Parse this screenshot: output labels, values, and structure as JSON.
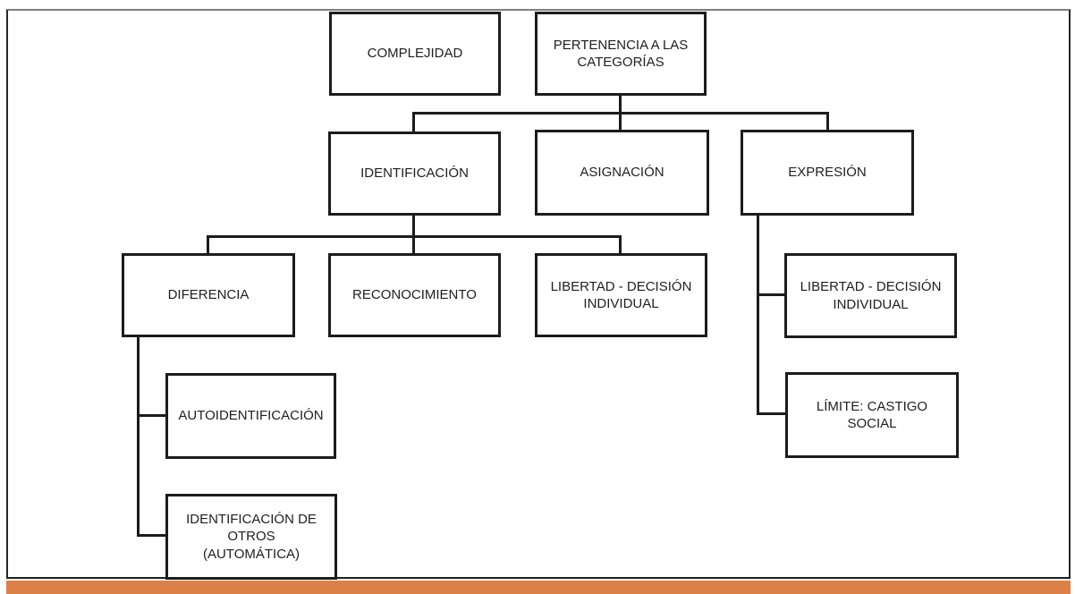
{
  "diagram": {
    "nodes": {
      "complejidad": {
        "label": "COMPLEJIDAD"
      },
      "pertenencia_categorias": {
        "label": "PERTENENCIA A LAS\nCATEGORÍAS"
      },
      "identificacion": {
        "label": "IDENTIFICACIÓN"
      },
      "asignacion": {
        "label": "ASIGNACIÓN"
      },
      "expresion": {
        "label": "EXPRESIÓN"
      },
      "diferencia": {
        "label": "DIFERENCIA"
      },
      "reconocimiento": {
        "label": "RECONOCIMIENTO"
      },
      "libertad_decision_individual_1": {
        "label": "LIBERTAD - DECISIÓN\nINDIVIDUAL"
      },
      "libertad_decision_individual_2": {
        "label": "LIBERTAD - DECISIÓN\nINDIVIDUAL"
      },
      "autoidentificacion": {
        "label": "AUTOIDENTIFICACIÓN"
      },
      "identificacion_de_otros": {
        "label": "IDENTIFICACIÓN DE\nOTROS\n(AUTOMÁTICA)"
      },
      "limite_castigo_social": {
        "label": "LÍMITE: CASTIGO\nSOCIAL"
      }
    },
    "edges": [
      {
        "from": "pertenencia_categorias",
        "to": "identificacion"
      },
      {
        "from": "pertenencia_categorias",
        "to": "asignacion"
      },
      {
        "from": "pertenencia_categorias",
        "to": "expresion"
      },
      {
        "from": "identificacion",
        "to": "diferencia"
      },
      {
        "from": "identificacion",
        "to": "reconocimiento"
      },
      {
        "from": "identificacion",
        "to": "libertad_decision_individual_1"
      },
      {
        "from": "diferencia",
        "to": "autoidentificacion"
      },
      {
        "from": "diferencia",
        "to": "identificacion_de_otros"
      },
      {
        "from": "expresion",
        "to": "libertad_decision_individual_2"
      },
      {
        "from": "expresion",
        "to": "limite_castigo_social"
      }
    ],
    "colors": {
      "accent_bar": "#DD8047",
      "node_border": "#1c1c1c",
      "node_text": "#1f1f1f",
      "frame_border": "#595959"
    }
  }
}
